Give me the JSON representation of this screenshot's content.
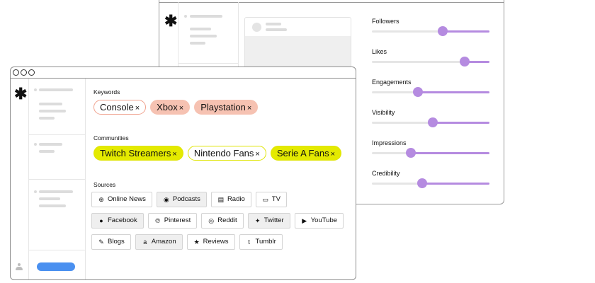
{
  "back_window": {
    "sliders": [
      {
        "label": "Followers",
        "value": 0.6
      },
      {
        "label": "Likes",
        "value": 0.79
      },
      {
        "label": "Engagements",
        "value": 0.39
      },
      {
        "label": "Visibility",
        "value": 0.52
      },
      {
        "label": "Impressions",
        "value": 0.33
      },
      {
        "label": "Credibility",
        "value": 0.43
      }
    ]
  },
  "front_window": {
    "keywords": {
      "label": "Keywords",
      "chips": [
        "Console",
        "Xbox",
        "Playstation"
      ]
    },
    "communities": {
      "label": "Communities",
      "chips": [
        "Twitch Streamers",
        "Nintendo Fans",
        "Serie A Fans"
      ]
    },
    "sources": {
      "label": "Sources",
      "rows": [
        [
          {
            "label": "Online News",
            "icon": "globe-icon",
            "glyph": "⊕",
            "active": false
          },
          {
            "label": "Podcasts",
            "icon": "podcast-icon",
            "glyph": "◉",
            "active": true
          },
          {
            "label": "Radio",
            "icon": "radio-icon",
            "glyph": "▤",
            "active": false
          },
          {
            "label": "TV",
            "icon": "tv-icon",
            "glyph": "▭",
            "active": false
          }
        ],
        [
          {
            "label": "Facebook",
            "icon": "facebook-icon",
            "glyph": "●",
            "active": true
          },
          {
            "label": "Pinterest",
            "icon": "pinterest-icon",
            "glyph": "℗",
            "active": false
          },
          {
            "label": "Reddit",
            "icon": "reddit-icon",
            "glyph": "◎",
            "active": false
          },
          {
            "label": "Twitter",
            "icon": "twitter-icon",
            "glyph": "✦",
            "active": true
          },
          {
            "label": "YouTube",
            "icon": "youtube-icon",
            "glyph": "▶",
            "active": false
          }
        ],
        [
          {
            "label": "Blogs",
            "icon": "blog-icon",
            "glyph": "✎",
            "active": false
          },
          {
            "label": "Amazon",
            "icon": "amazon-icon",
            "glyph": "a",
            "active": true
          },
          {
            "label": "Reviews",
            "icon": "star-icon",
            "glyph": "★",
            "active": false
          },
          {
            "label": "Tumblr",
            "icon": "tumblr-icon",
            "glyph": "t",
            "active": false
          }
        ]
      ]
    },
    "chip_remove_glyph": "×",
    "logo_glyph": "✱"
  },
  "colors": {
    "keyword_chip": "#f6c2b2",
    "community_chip": "#e4ea00",
    "slider_accent": "#b58be0",
    "primary_button": "#4a90f0"
  }
}
